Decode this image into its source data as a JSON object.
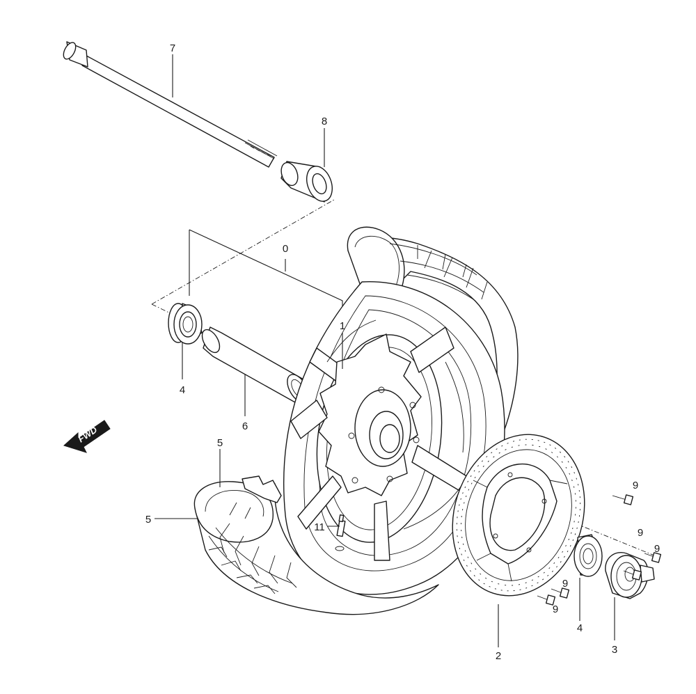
{
  "diagram": {
    "type": "exploded-parts-view",
    "parts": [
      {
        "ref": "0",
        "name": "front-wheel-assembly"
      },
      {
        "ref": "1",
        "name": "front-rim"
      },
      {
        "ref": "2",
        "name": "brake-disc"
      },
      {
        "ref": "3",
        "name": "speedometer-gear-box"
      },
      {
        "ref": "4",
        "name": "bearing"
      },
      {
        "ref": "5",
        "name": "tire-and-tube"
      },
      {
        "ref": "6",
        "name": "spacer-collar"
      },
      {
        "ref": "7",
        "name": "front-axle"
      },
      {
        "ref": "8",
        "name": "side-collar"
      },
      {
        "ref": "9",
        "name": "disc-bolt"
      },
      {
        "ref": "11",
        "name": "valve-stem"
      }
    ],
    "labels": {
      "l7": "7",
      "l8": "8",
      "l0": "0",
      "l1": "1",
      "l4a": "4",
      "l6": "6",
      "l5a": "5",
      "l5b": "5",
      "l11": "11",
      "l2": "2",
      "l4b": "4",
      "l3": "3",
      "l9a": "9",
      "l9b": "9",
      "l9c": "9",
      "l9d": "9",
      "l9e": "9"
    },
    "fwd_arrow": "FWD"
  }
}
